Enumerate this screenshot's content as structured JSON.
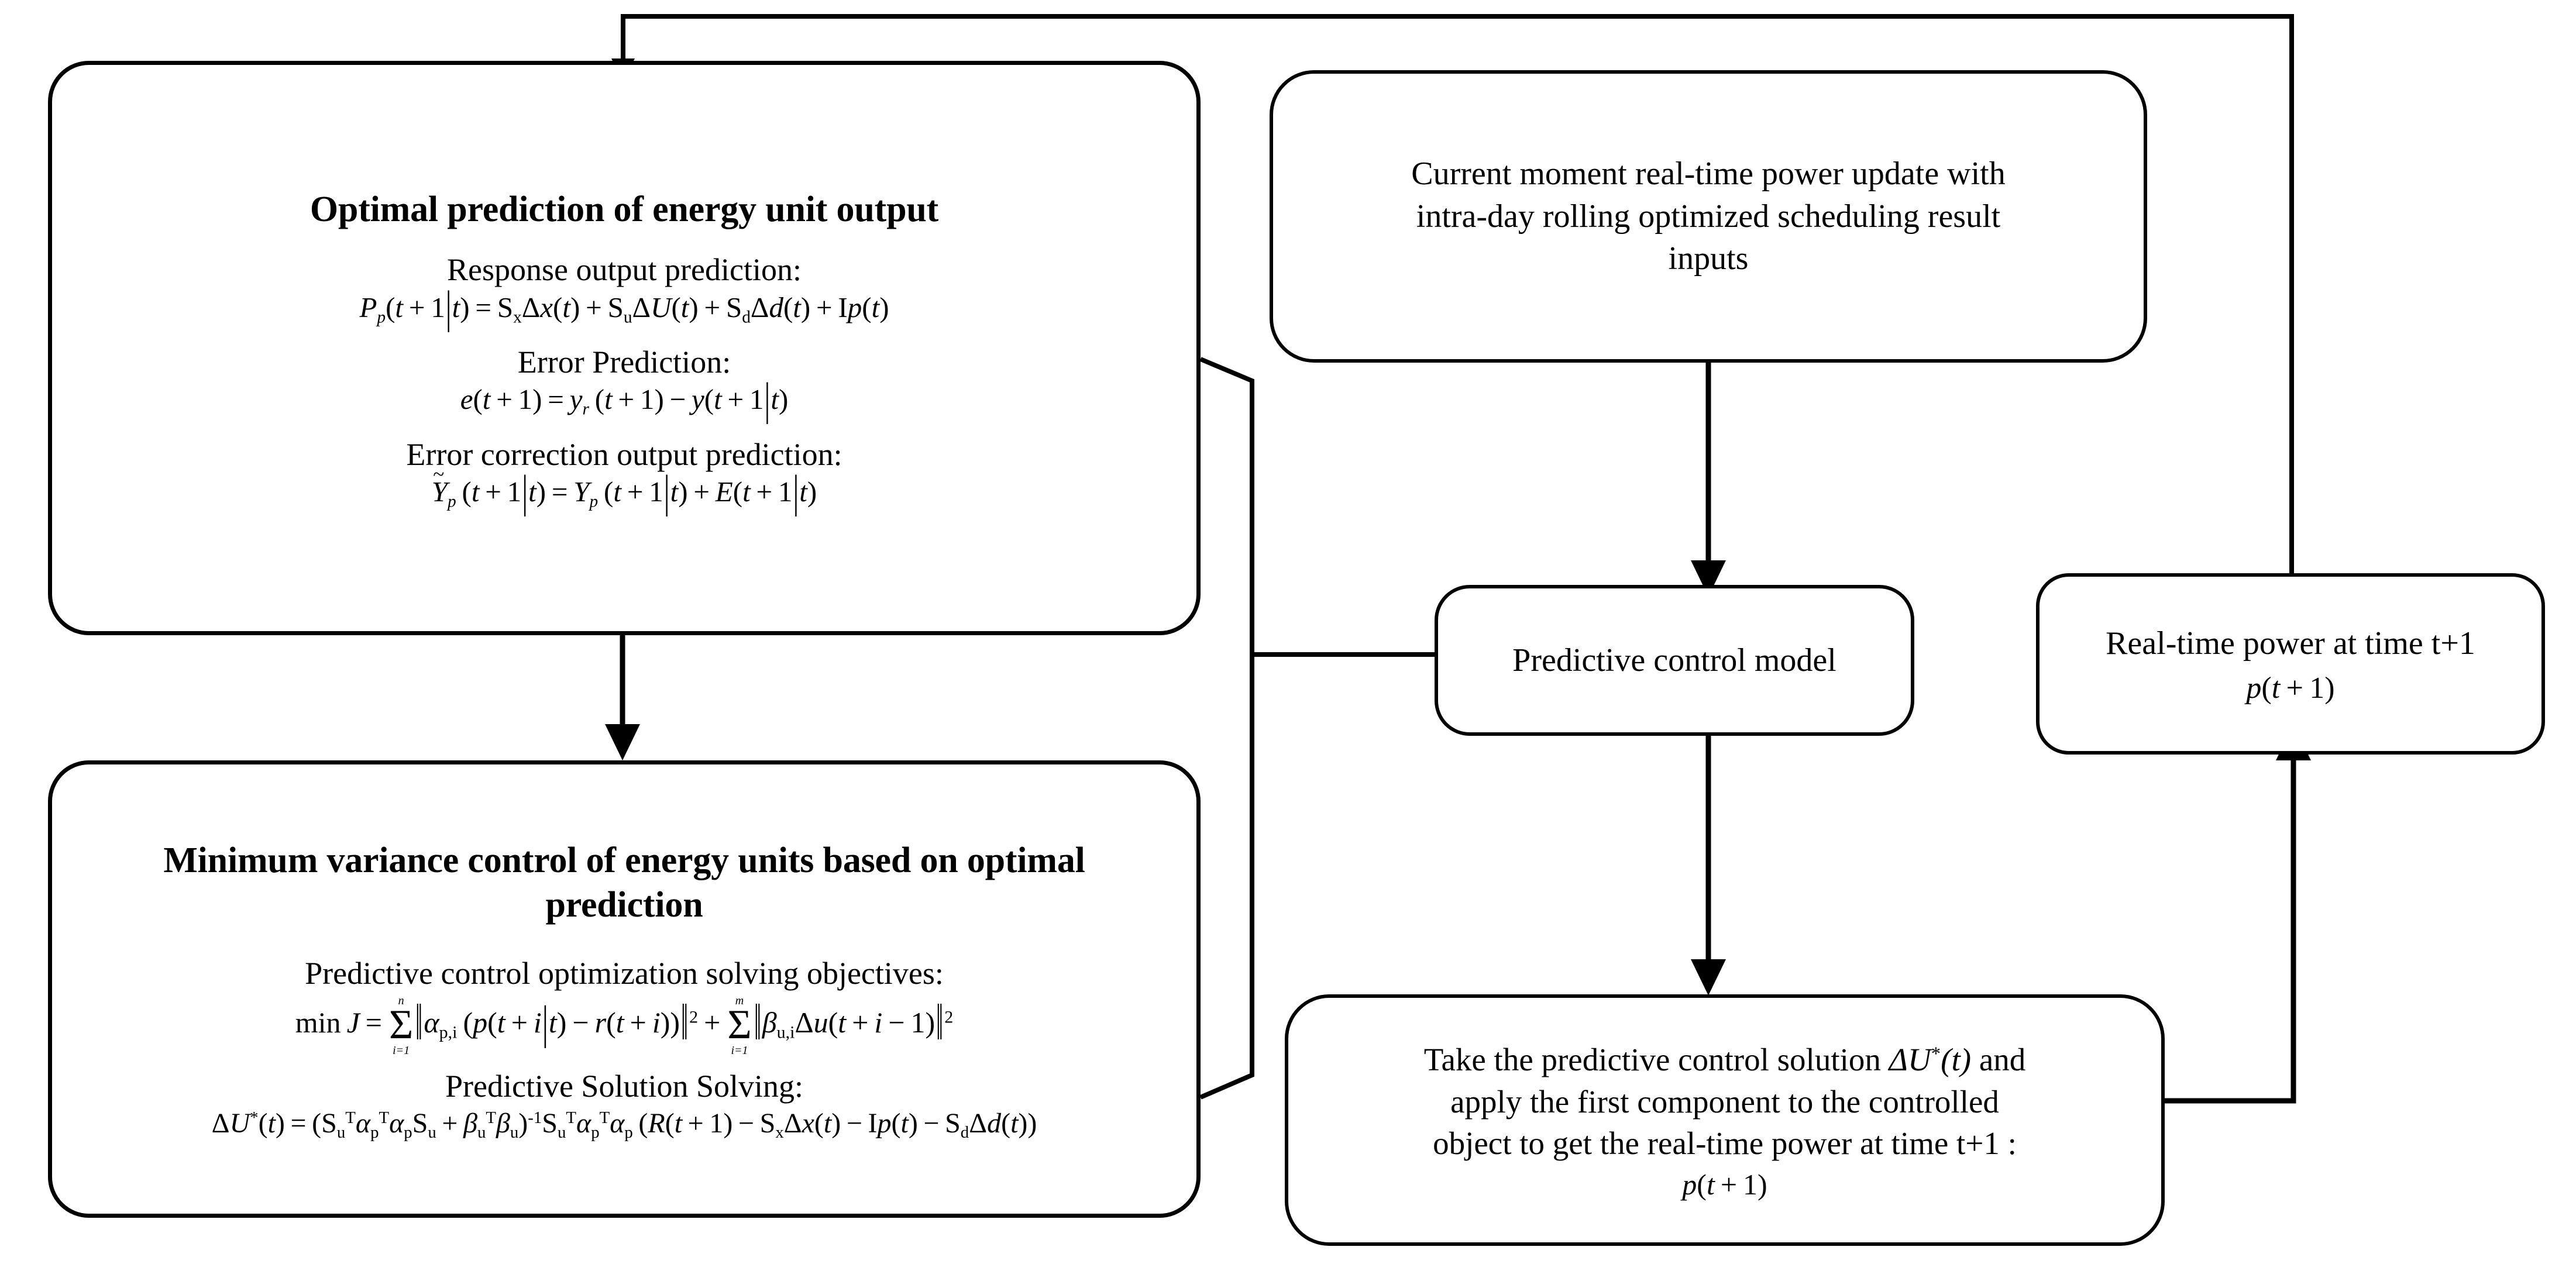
{
  "diagram": {
    "type": "flowchart",
    "title": "Model predictive control flow for energy unit real-time power",
    "background": "#ffffff",
    "line_color": "#000000"
  },
  "nodes": {
    "optimal_prediction": {
      "title": "Optimal prediction of energy unit output",
      "sections": [
        {
          "label": "Response output prediction:",
          "equation": "P_p(t+1|t) = S_xΔx(t) + S_uΔU(t) + S_dΔd(t) + Ip(t)"
        },
        {
          "label": "Error Prediction:",
          "equation": "e(t+1) = y_r(t+1) − y(t+1|t)"
        },
        {
          "label": "Error correction output prediction:",
          "equation": "Ỹ_p(t+1|t) = Y_p(t+1|t) + E(t+1|t)"
        }
      ]
    },
    "minimum_variance": {
      "title": "Minimum variance control of energy units based on optimal prediction",
      "sections": [
        {
          "label": "Predictive control optimization solving objectives:",
          "equation": "min J = Σ(i=1..n) ||α_p,i (p(t+i|t) − r(t+i))||² + Σ(i=1..m) ||β_u,i Δu(t+i−1)||²"
        },
        {
          "label": "Predictive Solution Solving:",
          "equation": "ΔU*(t) = (S_uᵀα_pᵀα_pS_u + β_uᵀβ_u)⁻¹ S_uᵀα_pᵀα_p (R(t+1) − S_xΔx(t) − Ip(t) − S_dΔd(t))"
        }
      ]
    },
    "current_moment_input": {
      "lines": [
        "Current moment real-time power update with",
        "intra-day rolling optimized scheduling result",
        "inputs"
      ]
    },
    "predictive_control_model": {
      "label": "Predictive control model"
    },
    "realtime_power": {
      "line1": "Real-time power at time t+1",
      "equation": "p(t+1)"
    },
    "apply_solution": {
      "lines": [
        "Take the predictive control solution  ΔU*(t)  and",
        "apply the first component to the controlled",
        "object to get the real-time power at time t+1 :"
      ],
      "equation": "p(t+1)"
    }
  },
  "connectors": [
    {
      "name": "feedback-top-to-optimal-prediction",
      "from": "realtime_power",
      "to": "optimal_prediction",
      "style": "arrow"
    },
    {
      "name": "optimal-prediction-to-minimum-variance",
      "from": "optimal_prediction",
      "to": "minimum_variance",
      "style": "arrow"
    },
    {
      "name": "left-brace-to-predictive-control-model",
      "from": "left-column",
      "to": "predictive_control_model",
      "style": "line"
    },
    {
      "name": "current-moment-to-predictive-control-model",
      "from": "current_moment_input",
      "to": "predictive_control_model",
      "style": "arrow"
    },
    {
      "name": "predictive-control-model-to-apply-solution",
      "from": "predictive_control_model",
      "to": "apply_solution",
      "style": "arrow"
    },
    {
      "name": "apply-solution-to-realtime-power",
      "from": "apply_solution",
      "to": "realtime_power",
      "style": "arrow"
    }
  ]
}
